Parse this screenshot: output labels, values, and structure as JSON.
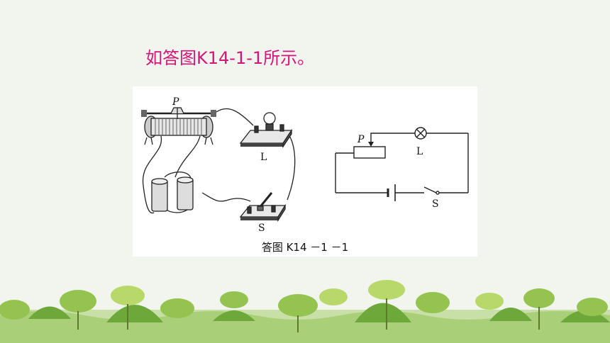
{
  "heading": "如答图K14-1-1所示。",
  "figure": {
    "caption": "答图 K14 －1 －1",
    "physical_labels": {
      "slider": "P",
      "lamp": "L",
      "switch": "S"
    },
    "schematic_labels": {
      "slider": "P",
      "lamp": "L",
      "switch": "S"
    }
  },
  "colors": {
    "heading": "#d6157a",
    "background": "#f2f4ee",
    "panel": "#ffffff"
  },
  "decoration": {
    "icon": "tree-row-icon"
  }
}
